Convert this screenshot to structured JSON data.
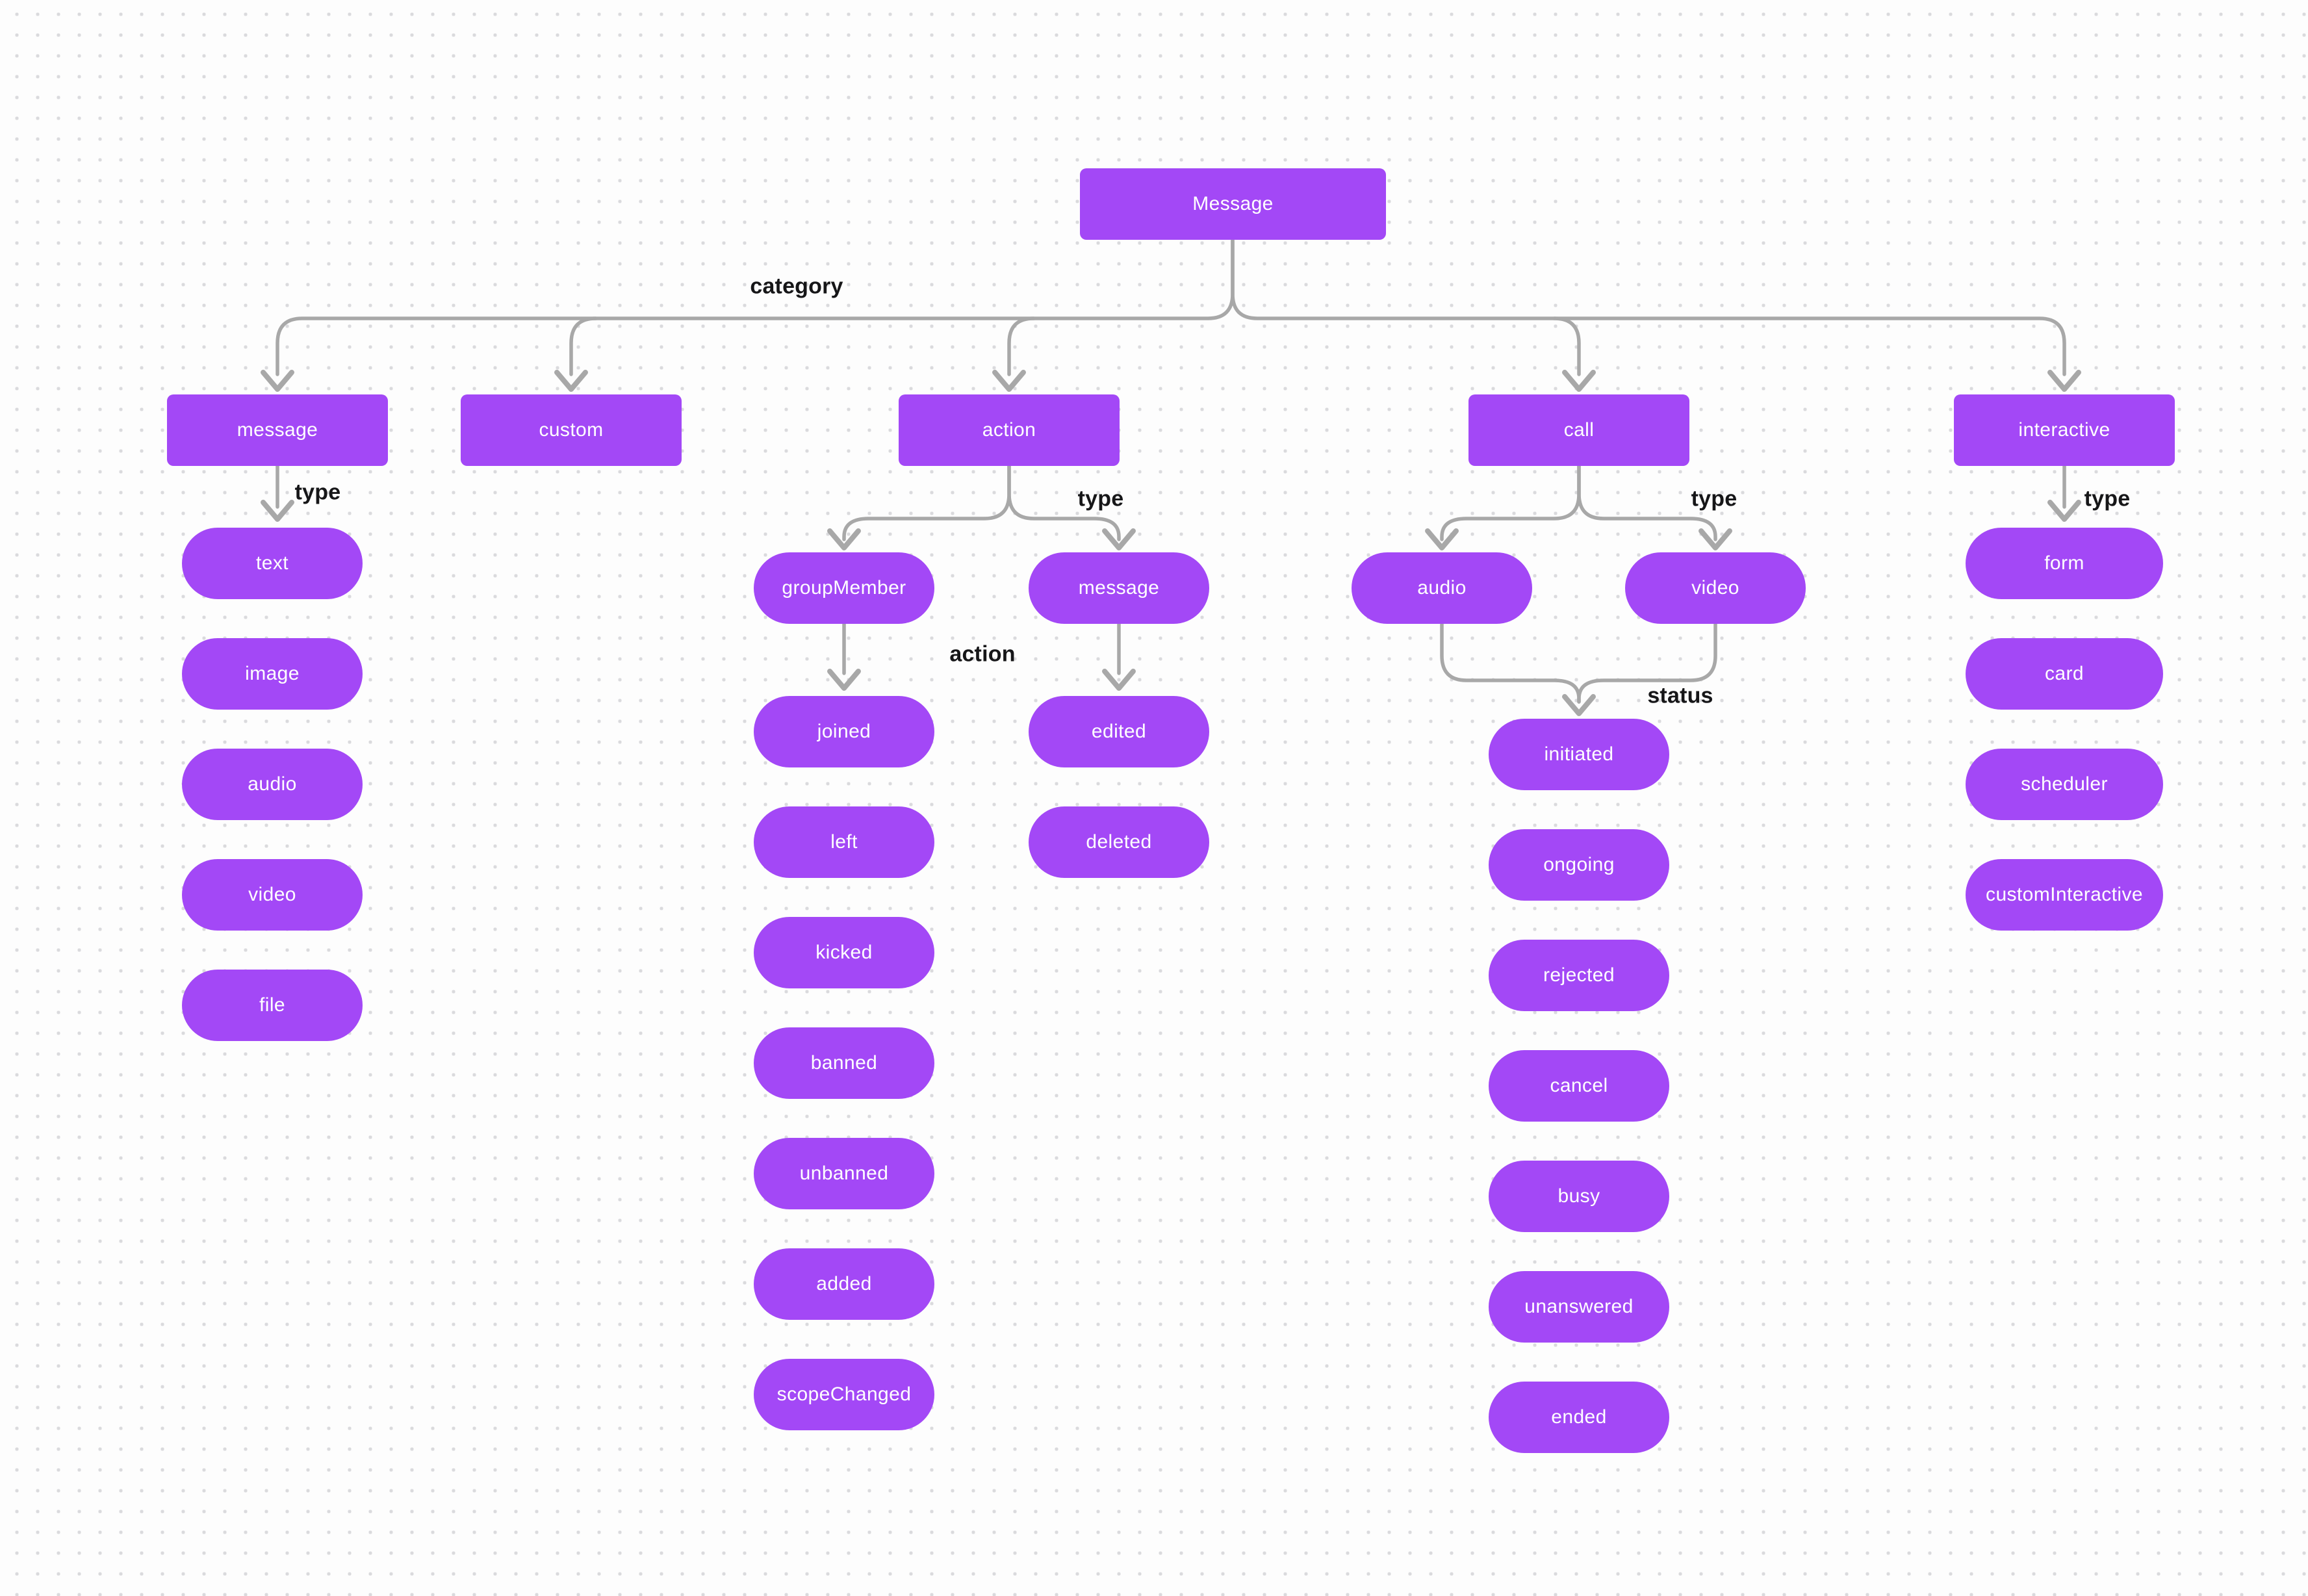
{
  "colors": {
    "node": "#a348f6",
    "node-text": "#ffffff",
    "edge": "#a8a8a8",
    "edge-label": "#161618",
    "bg": "#fdfdfd",
    "dot": "#dadadd"
  },
  "root": {
    "label": "Message"
  },
  "edge_labels": {
    "category": "category",
    "message_type": "type",
    "action_type": "type",
    "call_type": "type",
    "interactive_type": "type",
    "group_member_action": "action",
    "call_status": "status"
  },
  "branches": {
    "message": {
      "label": "message",
      "types": [
        "text",
        "image",
        "audio",
        "video",
        "file"
      ]
    },
    "custom": {
      "label": "custom"
    },
    "action": {
      "label": "action",
      "group_member": {
        "label": "groupMember",
        "actions": [
          "joined",
          "left",
          "kicked",
          "banned",
          "unbanned",
          "added",
          "scopeChanged"
        ]
      },
      "message": {
        "label": "message",
        "actions": [
          "edited",
          "deleted"
        ]
      }
    },
    "call": {
      "label": "call",
      "types": [
        "audio",
        "video"
      ],
      "statuses": [
        "initiated",
        "ongoing",
        "rejected",
        "cancel",
        "busy",
        "unanswered",
        "ended"
      ]
    },
    "interactive": {
      "label": "interactive",
      "types": [
        "form",
        "card",
        "scheduler",
        "customInteractive"
      ]
    }
  }
}
